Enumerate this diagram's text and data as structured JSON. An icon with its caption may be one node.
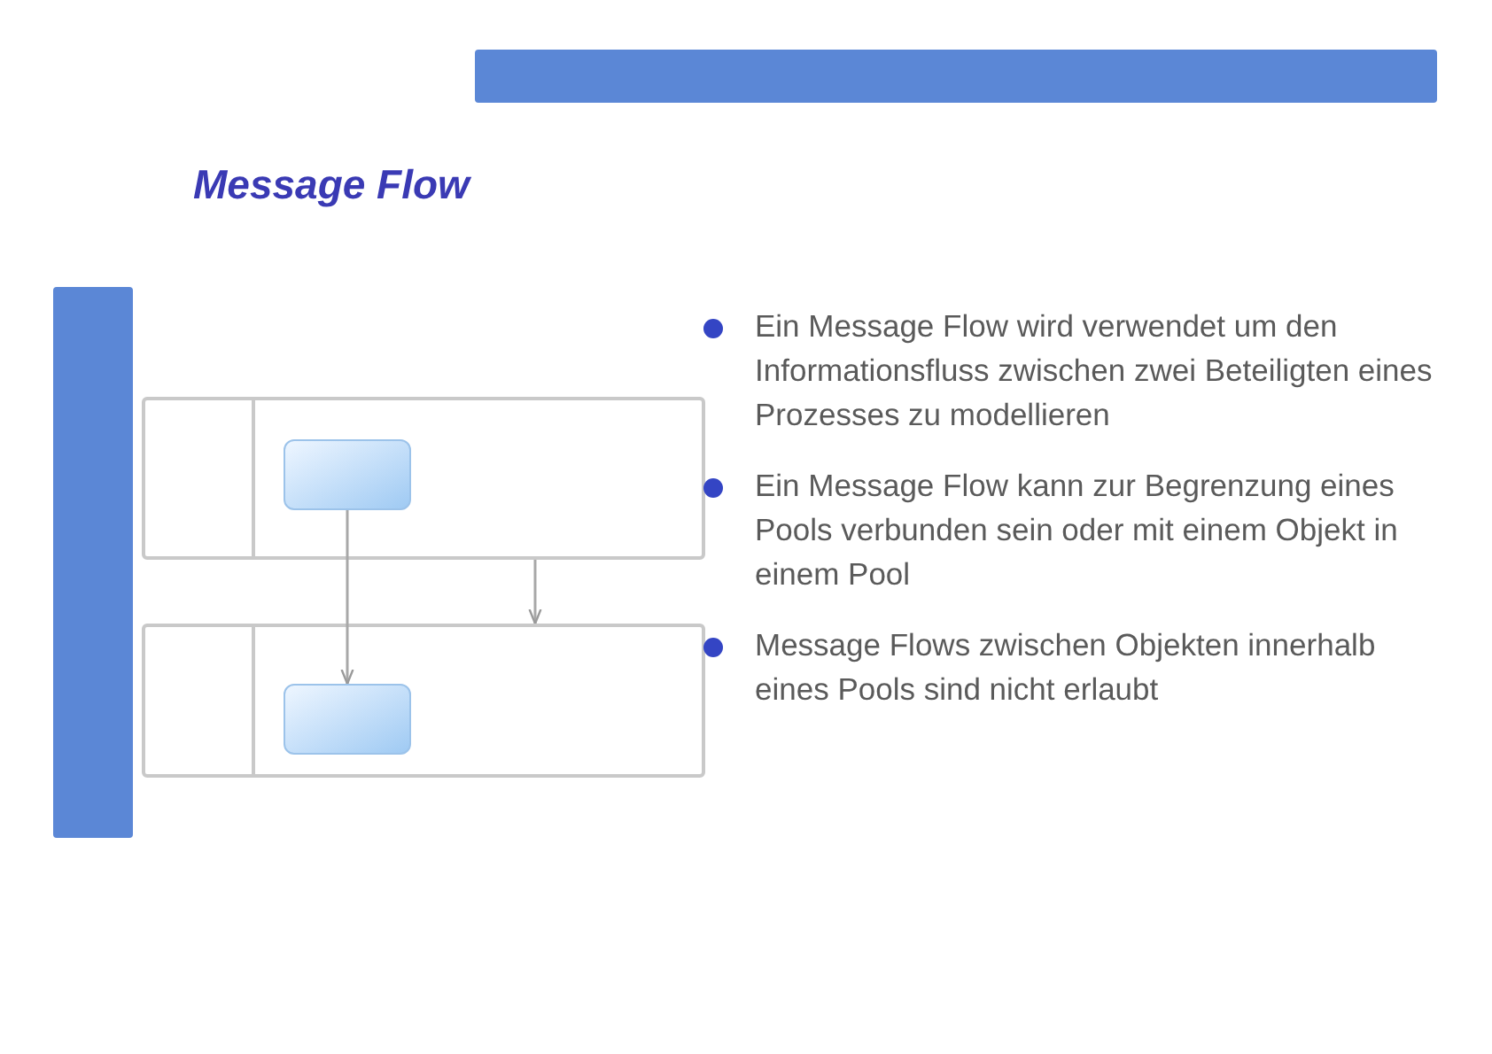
{
  "diagram": {
    "title": "Message Flow",
    "nodes": [
      {
        "text": [],
        "shape": "bar"
      },
      {
        "text": [],
        "shape": "box"
      },
      {
        "text": [],
        "shape": "box",
        "in": 1
      },
      {
        "text": [],
        "shape": "box"
      },
      {
        "text": [],
        "shape": "box",
        "in": 3
      }
    ],
    "edges": [
      {
        "from": 2,
        "to": 4,
        "arrow": "to"
      },
      {
        "from": 1,
        "to": 3,
        "arrow": "to"
      }
    ],
    "labels": [
      "Ein Message Flow wird verwendet um den Informationsfluss zwischen zwei Beteiligten eines Prozesses zu modellieren",
      "Ein Message Flow kann zur Begrenzung eines Pools verbunden sein oder mit einem Objekt in einem Pool",
      "Message Flows zwischen Objekten innerhalb eines Pools sind nicht erlaubt"
    ]
  }
}
